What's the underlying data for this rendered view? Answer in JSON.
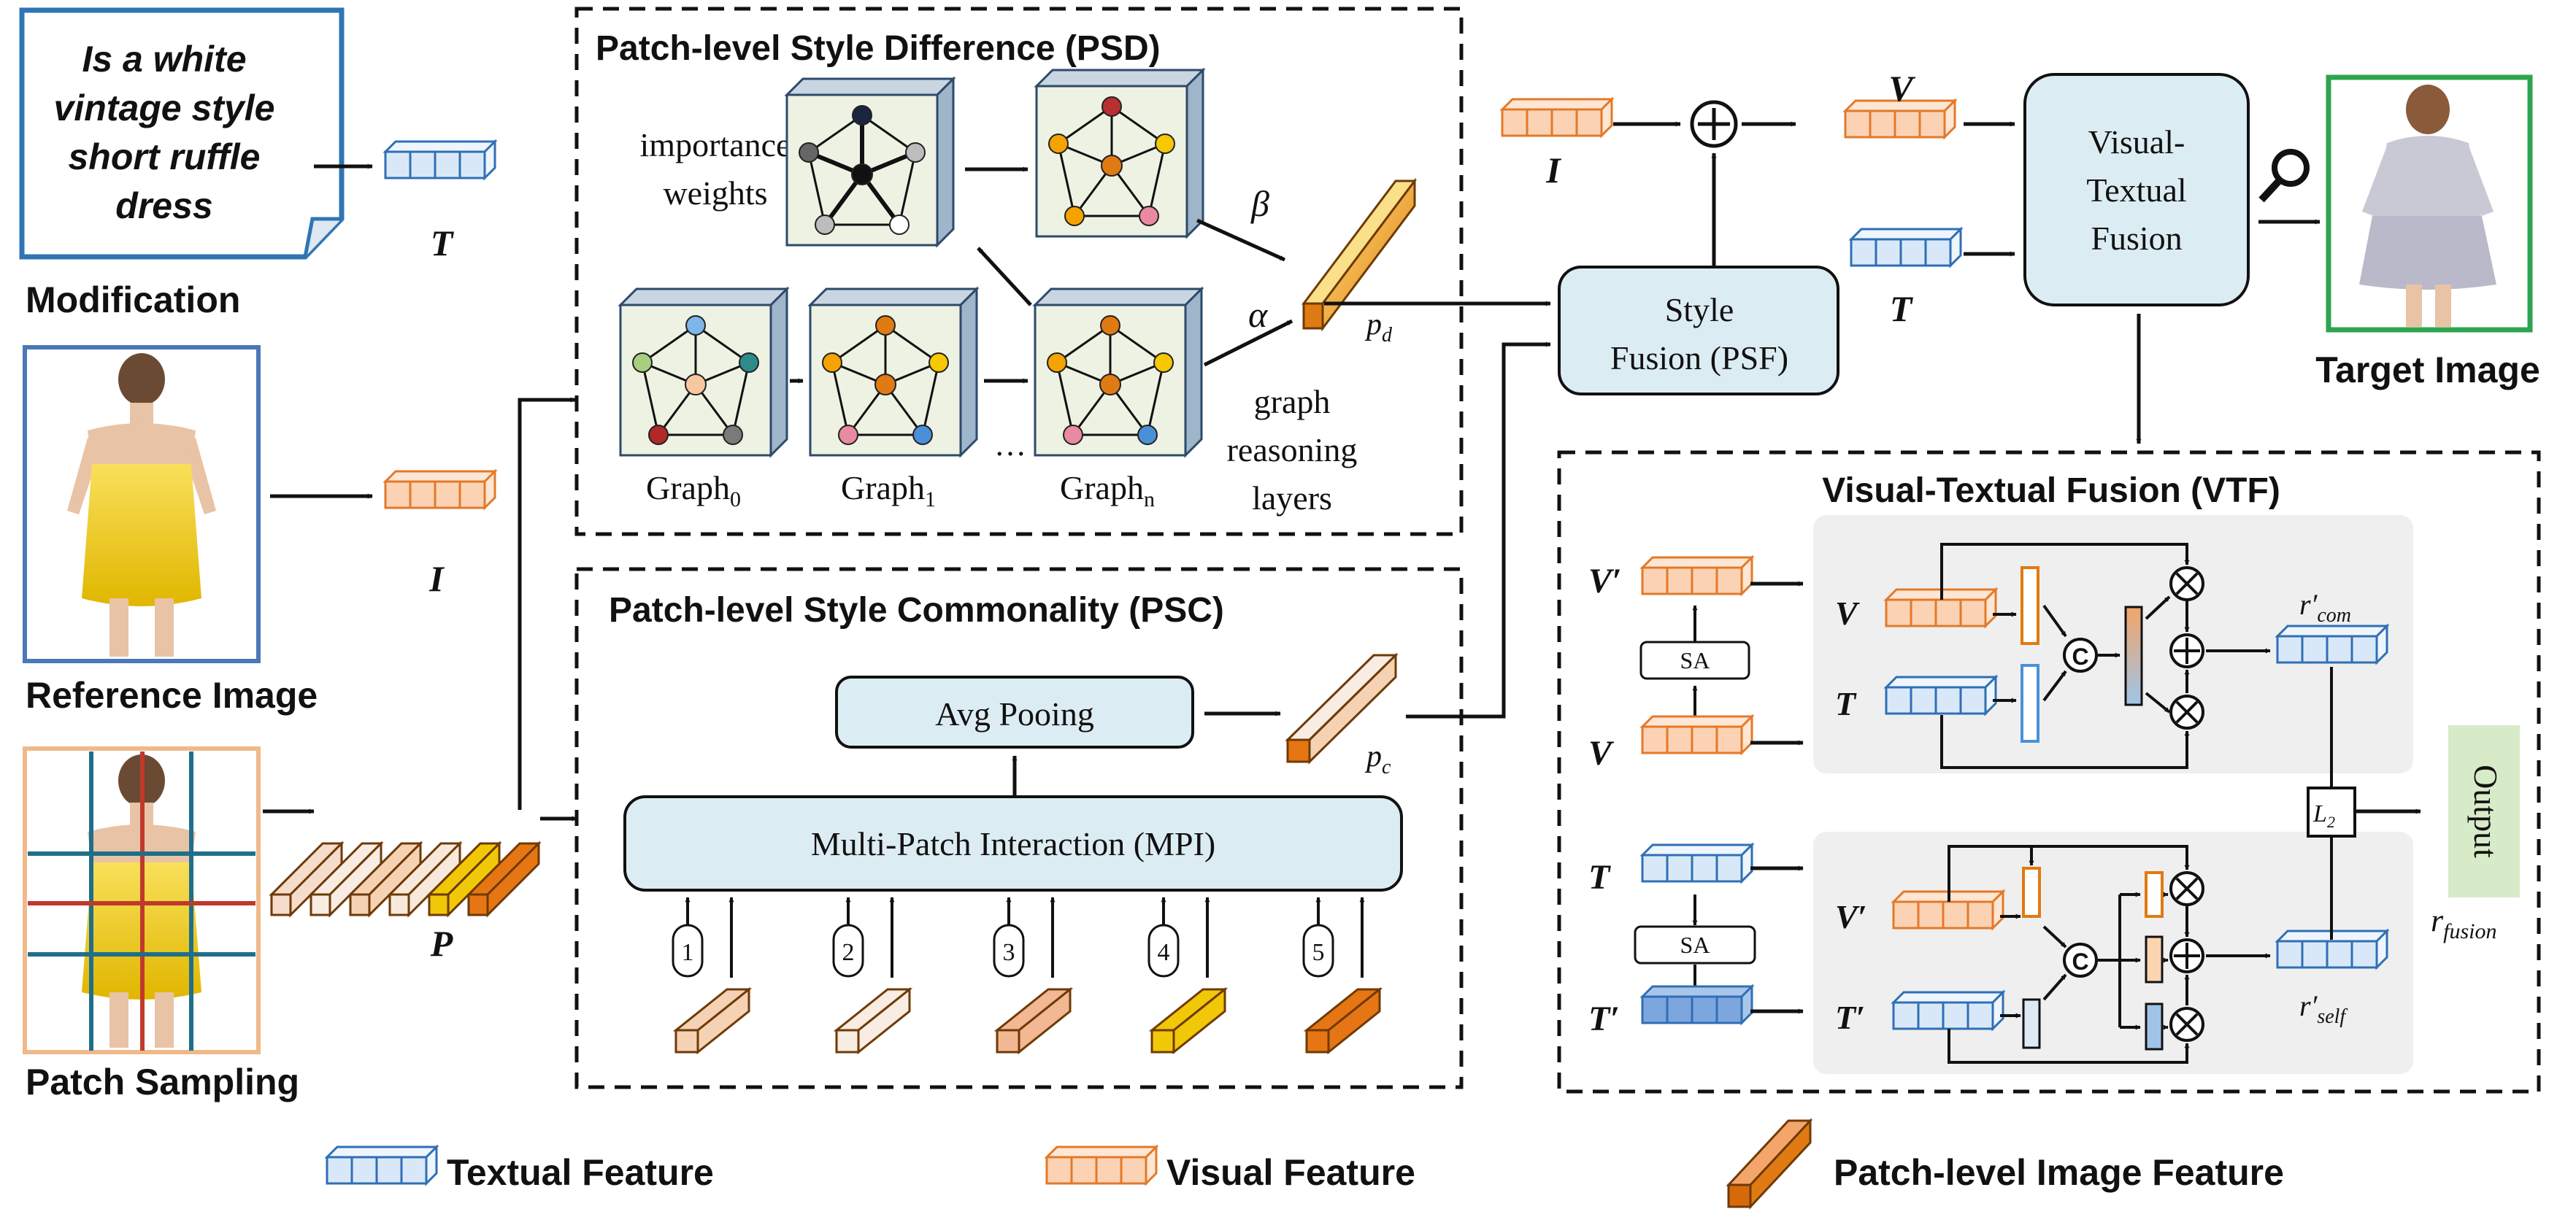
{
  "modification": {
    "query_lines": [
      "Is a white",
      "vintage style",
      "short ruffle",
      "dress"
    ],
    "label": "Modification",
    "text_symbol": "T"
  },
  "reference": {
    "label": "Reference Image",
    "visual_symbol": "I"
  },
  "patch_sampling": {
    "label": "Patch Sampling",
    "patch_symbol": "P"
  },
  "psd": {
    "title": "Patch-level Style Difference (PSD)",
    "importance_line1": "importance",
    "importance_line2": "weights",
    "graph0": "Graph",
    "graph0_sub": "0",
    "graph1": "Graph",
    "graph1_sub": "1",
    "graphn": "Graph",
    "graphn_sub": "n",
    "ellipsis": "…",
    "reason_line1": "graph",
    "reason_line2": "reasoning",
    "reason_line3": "layers",
    "beta": "β",
    "alpha": "α",
    "pd": "p",
    "pd_sub": "d"
  },
  "psc": {
    "title": "Patch-level Style Commonality (PSC)",
    "avg_pool": "Avg Pooing",
    "mpi": "Multi-Patch Interaction (MPI)",
    "patch_numbers": [
      "1",
      "2",
      "3",
      "4",
      "5"
    ],
    "pc": "p",
    "pc_sub": "c"
  },
  "psf": {
    "line1": "Style",
    "line2": "Fusion (PSF)",
    "visual_in": "I",
    "v_out": "V",
    "t_in": "T"
  },
  "vtf_block": {
    "line1": "Visual-",
    "line2": "Textual",
    "line3": "Fusion"
  },
  "target": {
    "label": "Target Image"
  },
  "vtf": {
    "title": "Visual-Textual Fusion (VTF)",
    "v_prime": "V′",
    "v": "V",
    "t": "T",
    "t_prime": "T′",
    "sa": "SA",
    "concat": "C",
    "r_com": "r′",
    "r_com_sub": "com",
    "r_self": "r′",
    "r_self_sub": "self",
    "l2": "L",
    "l2_sub": "2",
    "output": "Output",
    "r_fusion": "r",
    "r_fusion_sub": "fusion"
  },
  "legend": {
    "textual": "Textual Feature",
    "visual": "Visual Feature",
    "patch": "Patch-level Image Feature"
  },
  "colors": {
    "text_feature": "#4a90d9",
    "visual_feature": "#f5a35b",
    "box_fill": "#dcecf3",
    "vtf_panel": "#efefef",
    "target_border": "#2ea44f",
    "ref_border": "#4a78b8",
    "patch_border": "#f0b98a",
    "output_fill": "#d8ebc8"
  }
}
